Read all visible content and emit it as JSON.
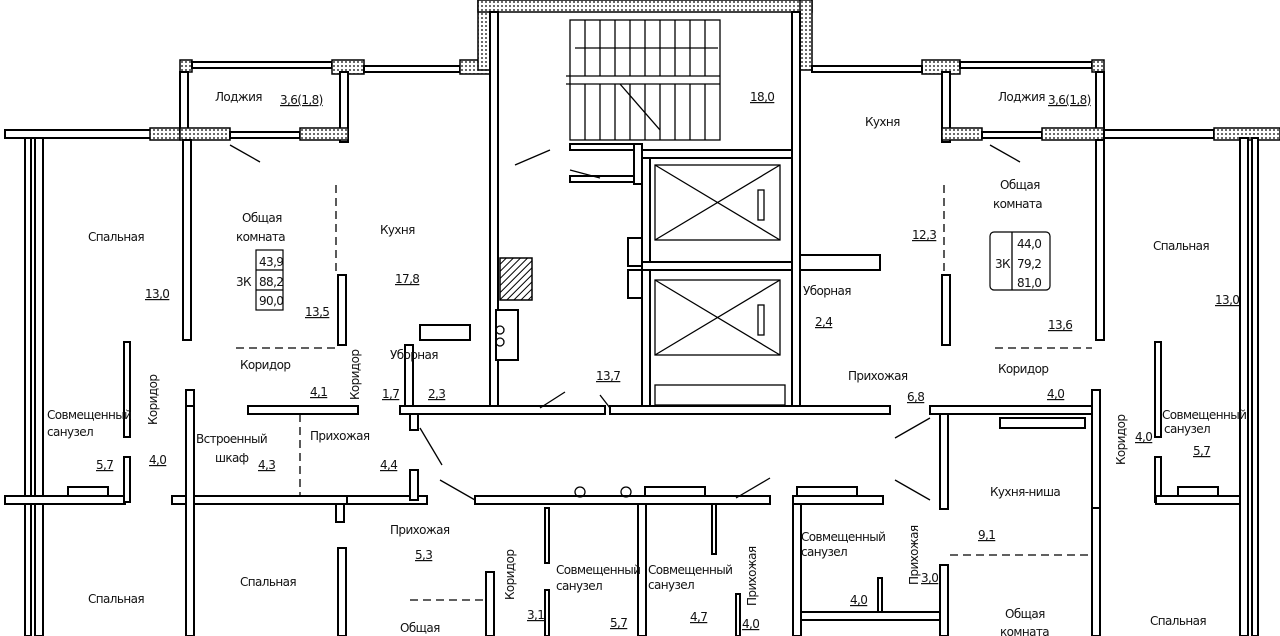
{
  "core": {
    "stair_area": "18,0",
    "hall_area": "13,7"
  },
  "apartment_left": {
    "type": "3К",
    "living_area": "43,9",
    "total_area": "88,2",
    "total_with_loggia": "90,0",
    "loggia": "Лоджия",
    "loggia_area": "3,6(1,8)",
    "bedroom_1": "Спальная",
    "bedroom_1_area": "13,0",
    "living_1": "Общая",
    "living_2": "комната",
    "living_area_room": "13,5",
    "kitchen": "Кухня",
    "kitchen_area": "17,8",
    "corridor": "Коридор",
    "corridor_area": "4,1",
    "corridor_v1": "Коридор",
    "corridor_v2": "Коридор",
    "wc_area_a": "1,7",
    "wc_area_b": "2,3",
    "wc": "Уборная",
    "bath_1": "Совмещенный",
    "bath_2": "санузел",
    "bath_area": "5,7",
    "corridor_v1_area": "4,0",
    "closet_1": "Встроенный",
    "closet_2": "шкаф",
    "closet_area": "4,3",
    "hall": "Прихожая",
    "hall_area": "4,4",
    "bedroom_2": "Спальная",
    "bedroom_3": "Спальная"
  },
  "apartment_bottom_middle": {
    "hall": "Прихожая",
    "hall_area": "5,3",
    "corridor": "Коридор",
    "bath_1": "Совмещенный",
    "bath_2": "санузел",
    "area_a": "3,1",
    "bath_area": "5,7",
    "living_1": "Общая"
  },
  "apartment_bottom_center": {
    "bath_1": "Совмещенный",
    "bath_2": "санузел",
    "bath_area": "4,7",
    "hall": "Прихожая",
    "hall_area": "4,0"
  },
  "apartment_right": {
    "type": "3К",
    "living_area": "44,0",
    "total_area": "79,2",
    "total_with_loggia": "81,0",
    "loggia": "Лоджия",
    "loggia_area": "3,6(1,8)",
    "kitchen": "Кухня",
    "kitchen_area": "12,3",
    "living_1": "Общая",
    "living_2": "комната",
    "living_area_room": "13,6",
    "bedroom_1": "Спальная",
    "bedroom_1_area": "13,0",
    "wc": "Уборная",
    "wc_area": "2,4",
    "corridor": "Коридор",
    "corridor_area": "4,0",
    "hall": "Прихожая",
    "hall_area": "6,8",
    "bath_1": "Совмещенный",
    "bath_2": "санузел",
    "bath_area": "5,7",
    "corridor_v": "Коридор",
    "corridor_v_area": "4,0"
  },
  "apartment_bottom_right": {
    "kitchen_niche": "Кухня-ниша",
    "kitchen_niche_area": "9,1",
    "bath_1": "Совмещенный",
    "bath_2": "санузел",
    "bath_area": "4,0",
    "hall": "Прихожая",
    "hall_area": "3,0",
    "living_1": "Общая",
    "living_2": "комната",
    "bedroom": "Спальная"
  }
}
